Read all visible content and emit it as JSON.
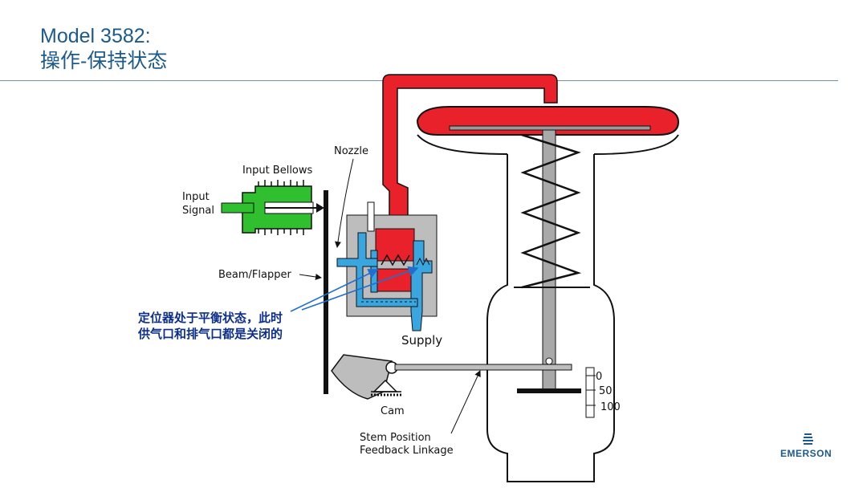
{
  "slide": {
    "title_line1": "Model 3582:",
    "title_line2": "操作-保持状态"
  },
  "labels": {
    "nozzle": "Nozzle",
    "input_bellows": "Input Bellows",
    "input_signal_1": "Input",
    "input_signal_2": "Signal",
    "beam_flapper": "Beam/Flapper",
    "supply": "Supply",
    "cam": "Cam",
    "feedback_1": "Stem Position",
    "feedback_2": "Feedback Linkage"
  },
  "annotation": {
    "line1": "定位器处于平衡状态，此时",
    "line2": "供气口和排气口都是关闭的"
  },
  "stroke_scale": {
    "mark_0": "0",
    "mark_50": "50",
    "mark_100": "100"
  },
  "logo": {
    "text": "EMERSON"
  },
  "colors": {
    "title": "#1d5a8c",
    "output_air": "#e8212b",
    "bellows": "#2fbf2f",
    "supply_air": "#3aa6e0",
    "annotation_text": "#0c2f8a",
    "annotation_arrows": "#1f6fd0"
  }
}
